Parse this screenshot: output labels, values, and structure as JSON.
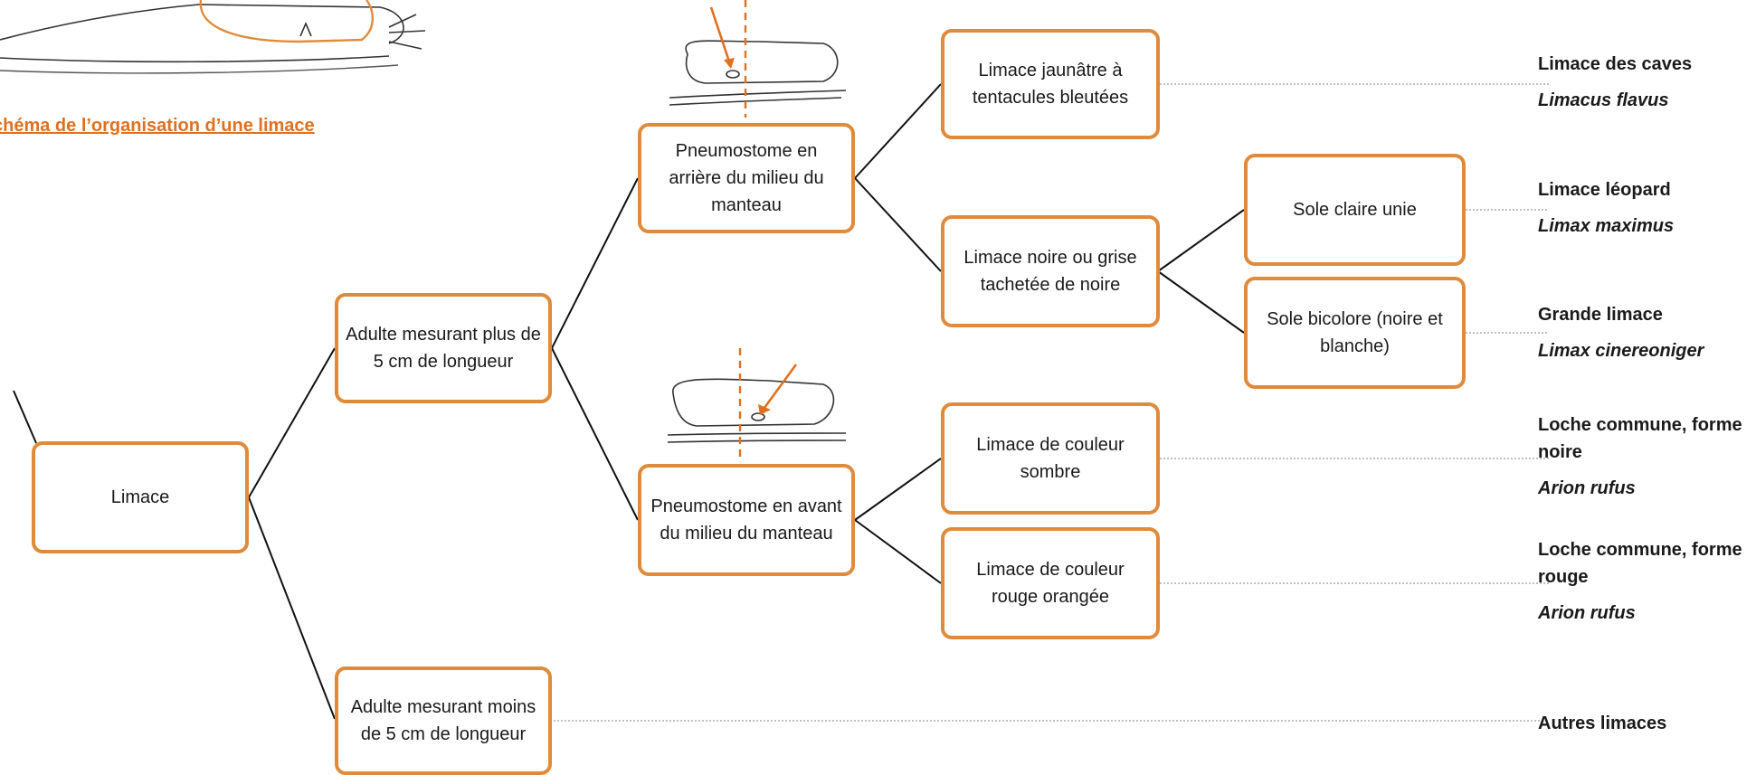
{
  "caption": "chéma de l’organisation d’une limace",
  "colors": {
    "accent": "#e08a3c",
    "arrow": "#e0701f",
    "line": "#111111",
    "dotted": "#999999"
  },
  "nodes": {
    "root": "Limace",
    "large": "Adulte mesurant plus de 5 cm de longueur",
    "small": "Adulte mesurant moins de 5 cm de longueur",
    "pneumo_back": "Pneumostome en arrière du milieu du manteau",
    "pneumo_front": "Pneumostome en avant du milieu du manteau",
    "yellow": "Limace jaunâtre à tentacules bleutées",
    "black_grey": "Limace noire ou grise tachetée de noire",
    "sole_plain": "Sole claire unie",
    "sole_bicolor": "Sole bicolore (noire et blanche)",
    "dark": "Limace de couleur sombre",
    "red": "Limace de couleur rouge orangée"
  },
  "species": [
    {
      "common": "Limace des caves",
      "latin": "Limacus flavus"
    },
    {
      "common": "Limace léopard",
      "latin": "Limax maximus"
    },
    {
      "common": "Grande limace",
      "latin": "Limax cinereoniger"
    },
    {
      "common": "Loche commune, forme noire",
      "latin": "Arion rufus"
    },
    {
      "common": "Loche commune, forme rouge",
      "latin": "Arion rufus"
    },
    {
      "common": "Autres limaces",
      "latin": ""
    }
  ],
  "icons": [
    "slug-anatomy-illustration",
    "slug-pneumostome-back-illustration",
    "slug-pneumostome-front-illustration"
  ]
}
